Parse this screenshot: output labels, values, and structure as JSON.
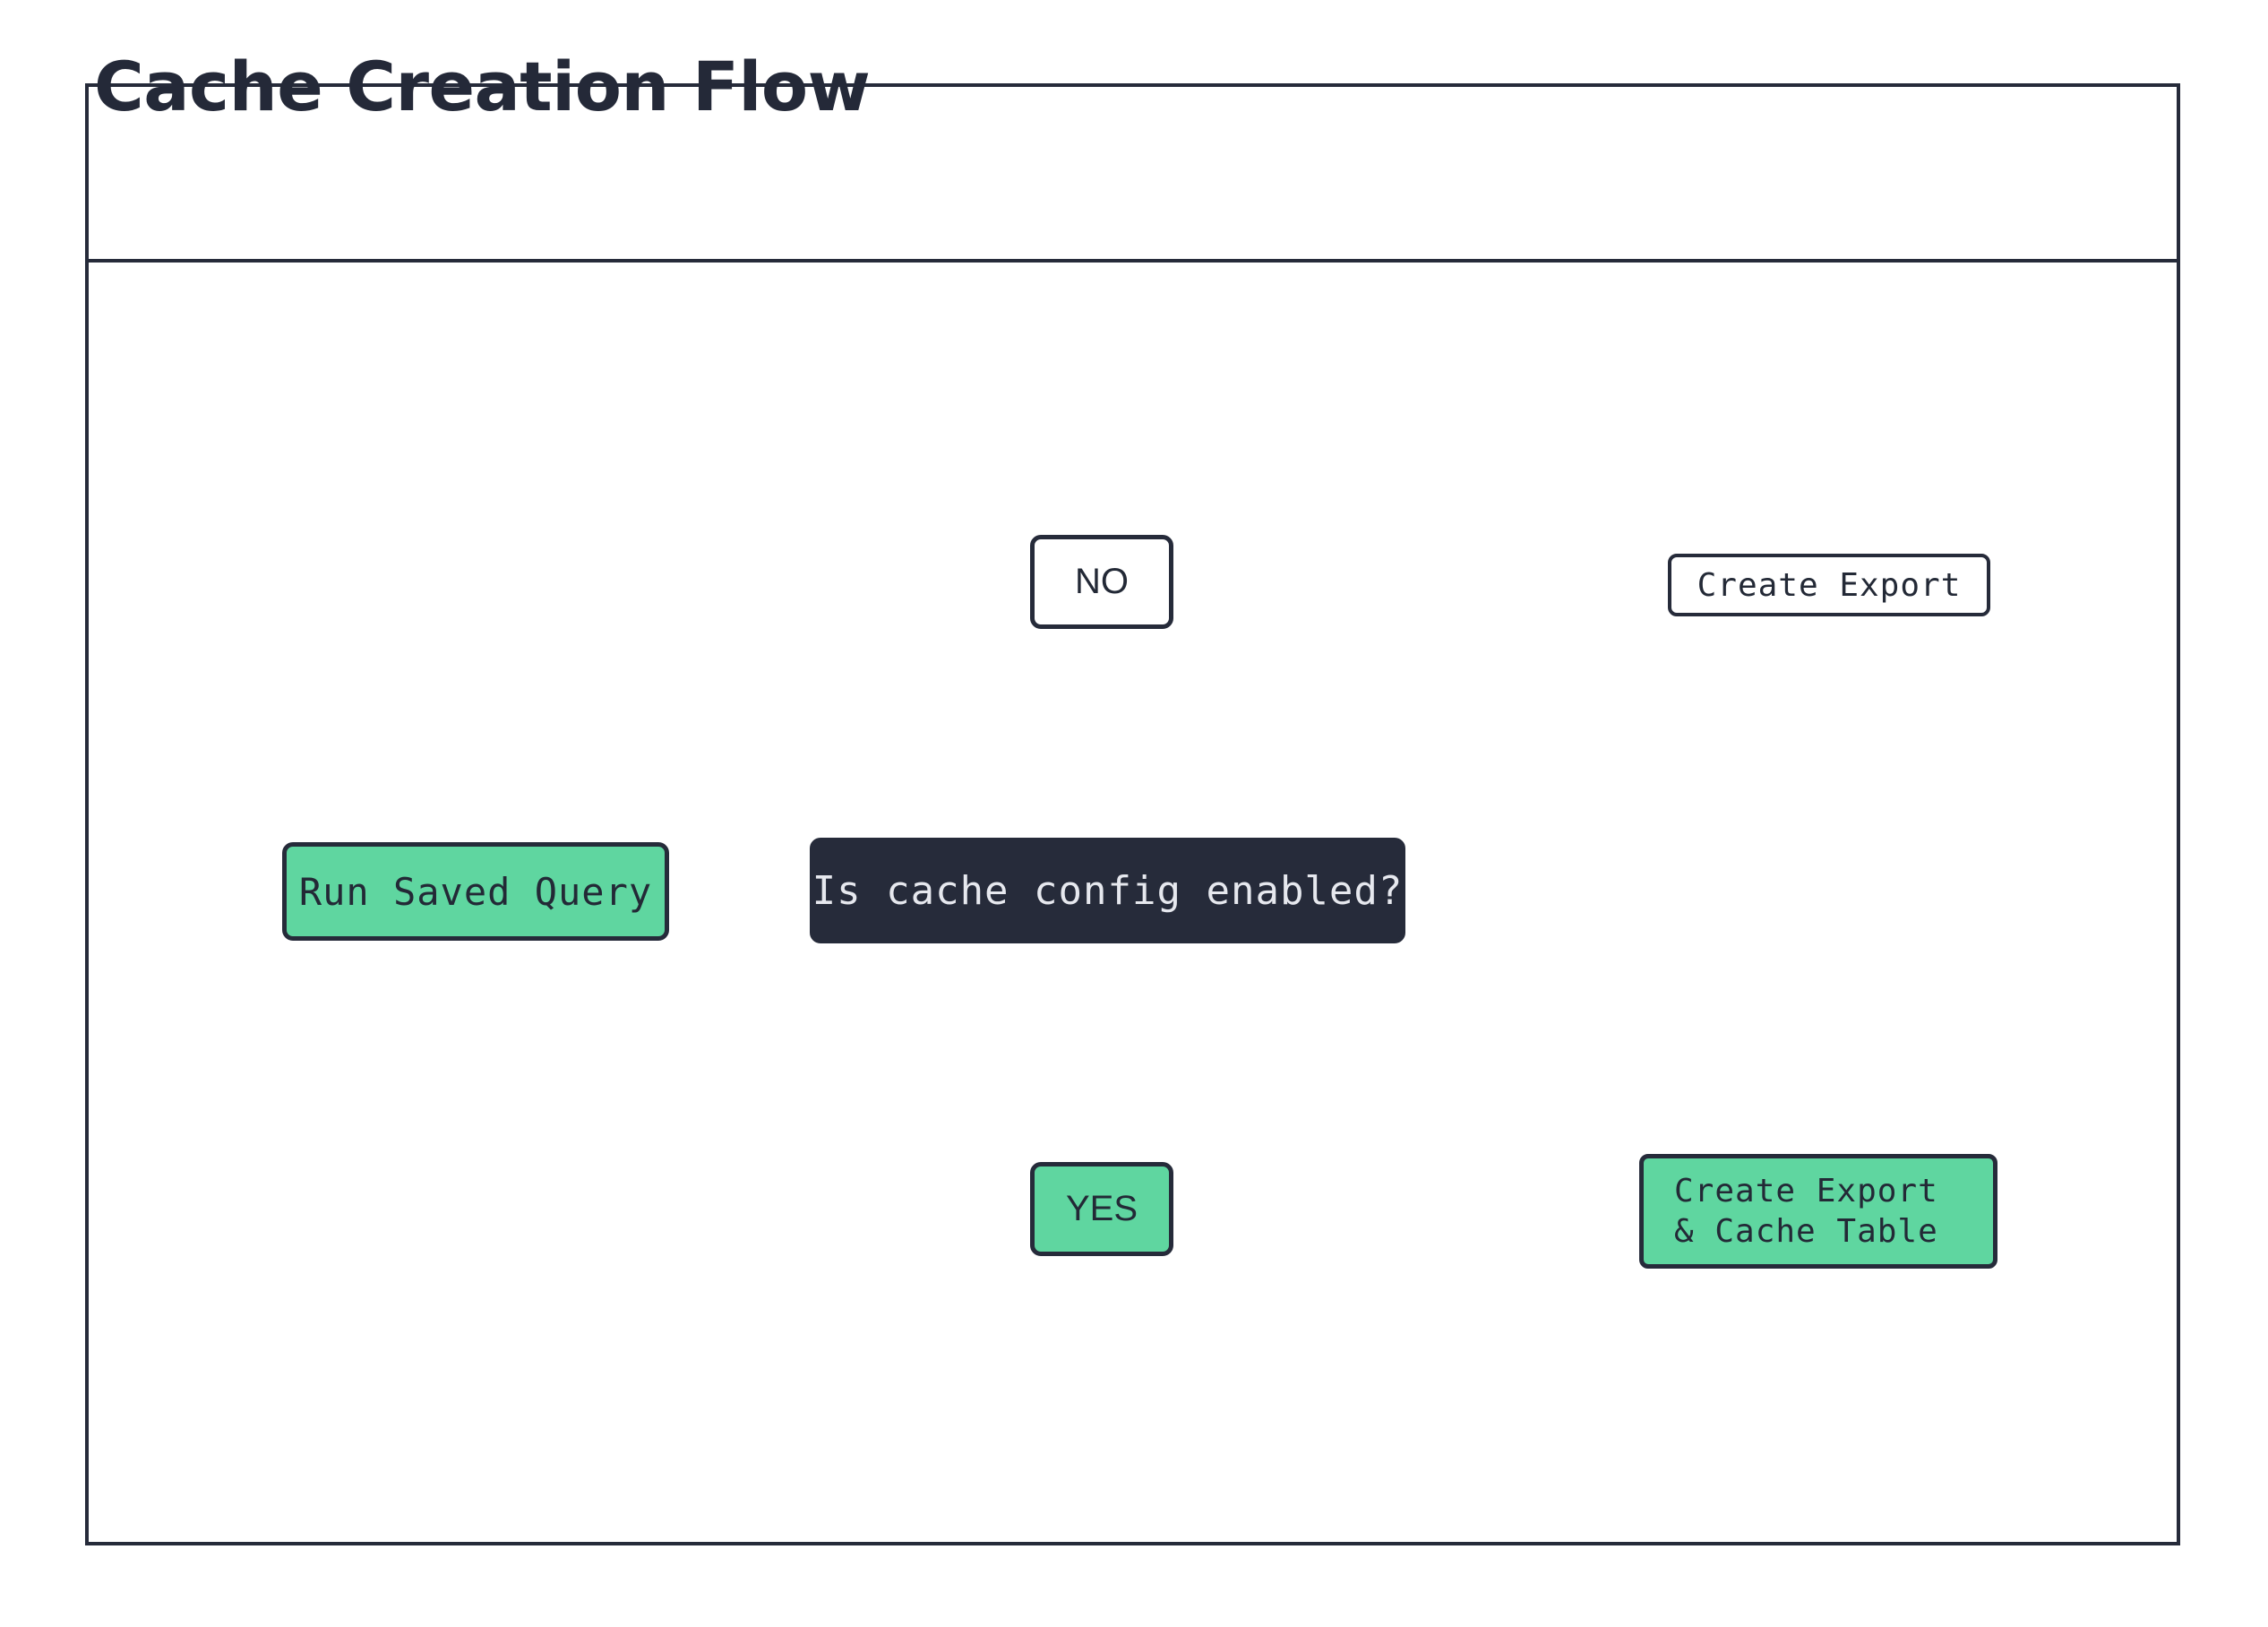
{
  "frame": {
    "title": "Cache Creation Flow"
  },
  "nodes": {
    "start": {
      "label": "Run Saved Query",
      "shape": "rounded-rect",
      "fill": "#5FD6A0",
      "stroke": "#262b3a"
    },
    "decision": {
      "label": "Is cache config enabled?",
      "shape": "rounded-rect",
      "fill": "#262b3a",
      "text_color": "#e6e8ee"
    },
    "branch_no": {
      "label": "NO",
      "shape": "rounded-rect",
      "fill": "#ffffff",
      "stroke": "#262b3a"
    },
    "branch_yes": {
      "label": "YES",
      "shape": "rounded-rect",
      "fill": "#5FD6A0",
      "stroke": "#262b3a"
    },
    "database_top": {
      "label": "Create Export",
      "shape": "database-cylinder",
      "label_fill": "#ffffff",
      "stroke": "#262b3a"
    },
    "database_bottom": {
      "label_line1": "Create Export",
      "label_line2": "& Cache Table",
      "shape": "database-cylinder",
      "label_fill": "#5FD6A0",
      "stroke": "#262b3a"
    }
  },
  "edges": [
    {
      "from": "start",
      "to": "decision",
      "label": ""
    },
    {
      "from": "decision",
      "to": "branch_no",
      "label": ""
    },
    {
      "from": "decision",
      "to": "branch_yes",
      "label": ""
    },
    {
      "from": "branch_no",
      "to": "database_top",
      "label": ""
    },
    {
      "from": "branch_yes",
      "to": "database_bottom",
      "label": ""
    }
  ],
  "colors": {
    "accent_green": "#5FD6A0",
    "dark_navy": "#262b3a",
    "edge_black": "#050505",
    "background": "#ffffff"
  }
}
